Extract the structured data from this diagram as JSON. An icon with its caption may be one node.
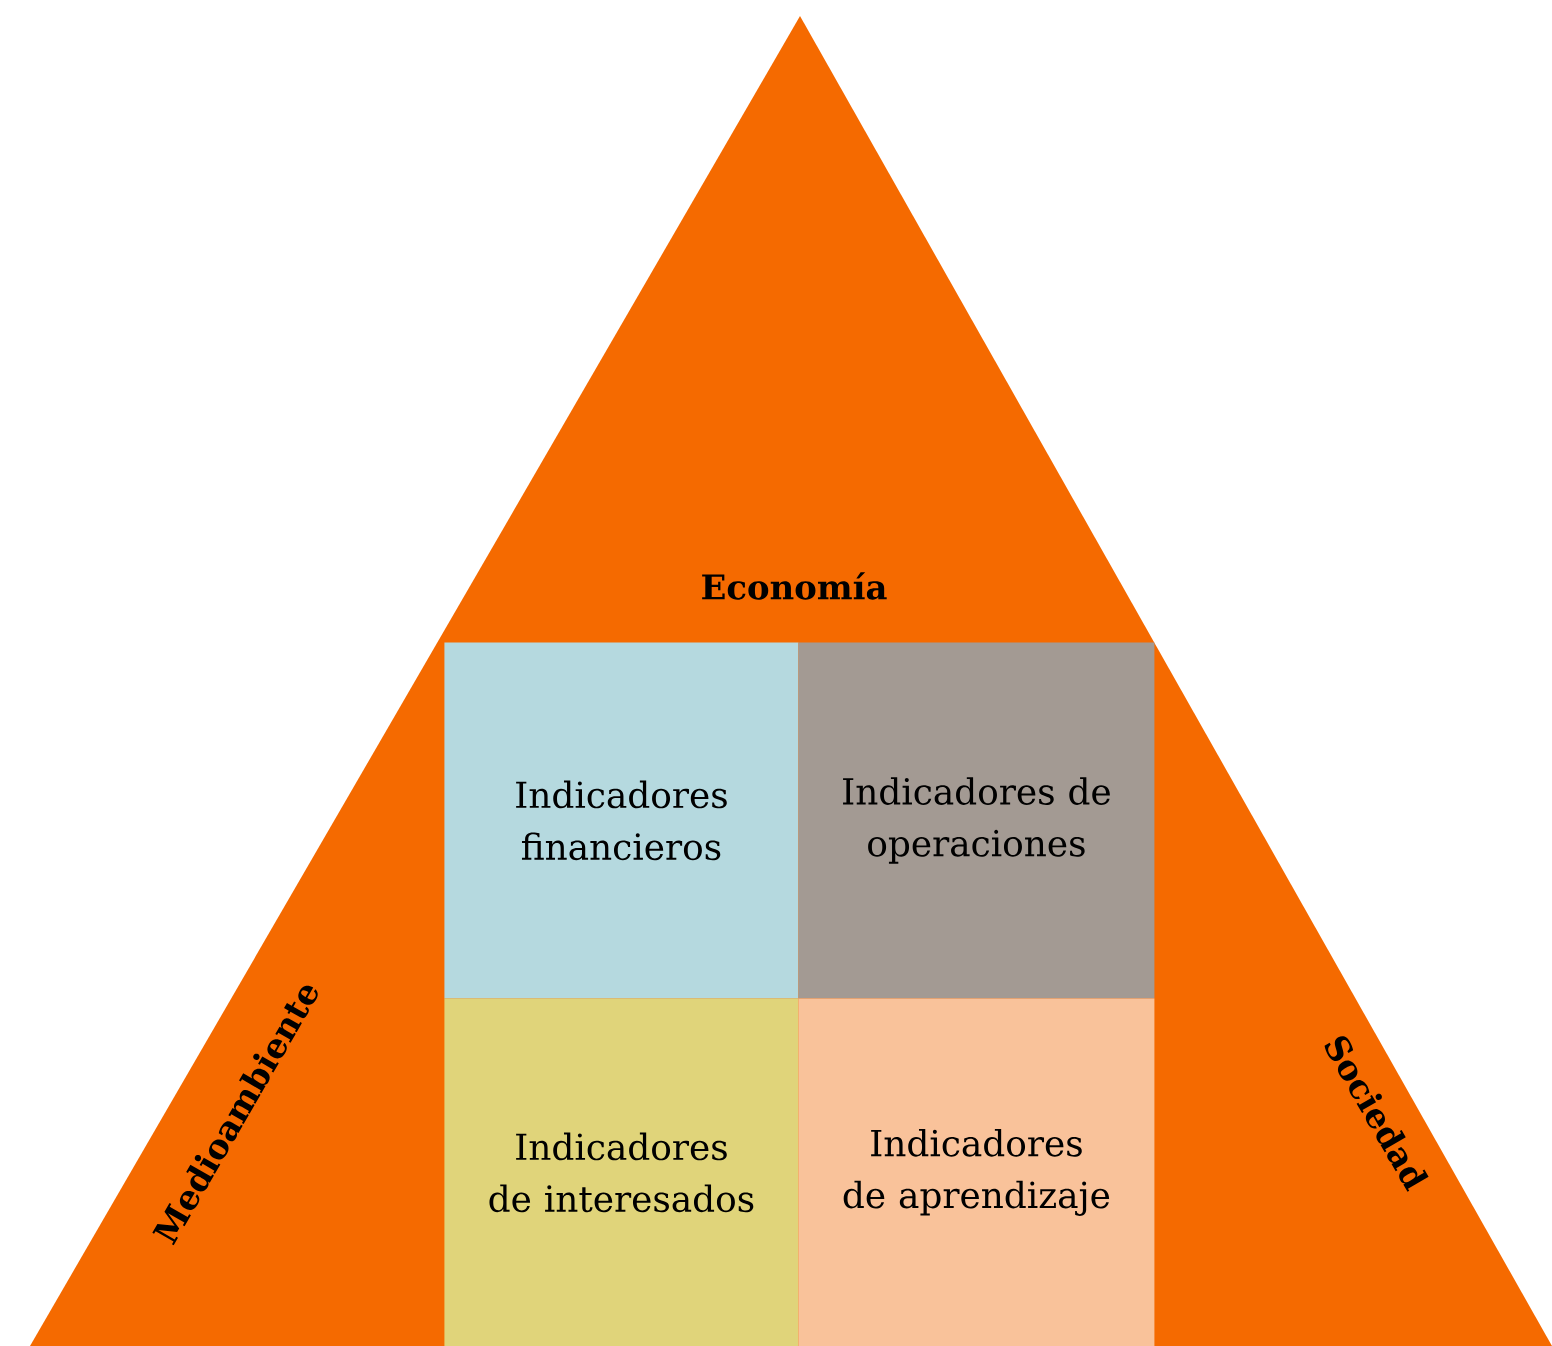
{
  "diagram": {
    "nodes": [
      {
        "text": [
          "Economía",
          "Medioambiente",
          "Sociedad"
        ]
      },
      {
        "text": [
          "Indicadores financieros"
        ],
        "in": 0
      },
      {
        "text": [
          "Indicadores de operaciones"
        ],
        "in": 0
      },
      {
        "text": [
          "Indicadores de interesados"
        ],
        "in": 0
      },
      {
        "text": [
          "Indicadores de aprendizaje"
        ],
        "in": 0
      }
    ]
  }
}
